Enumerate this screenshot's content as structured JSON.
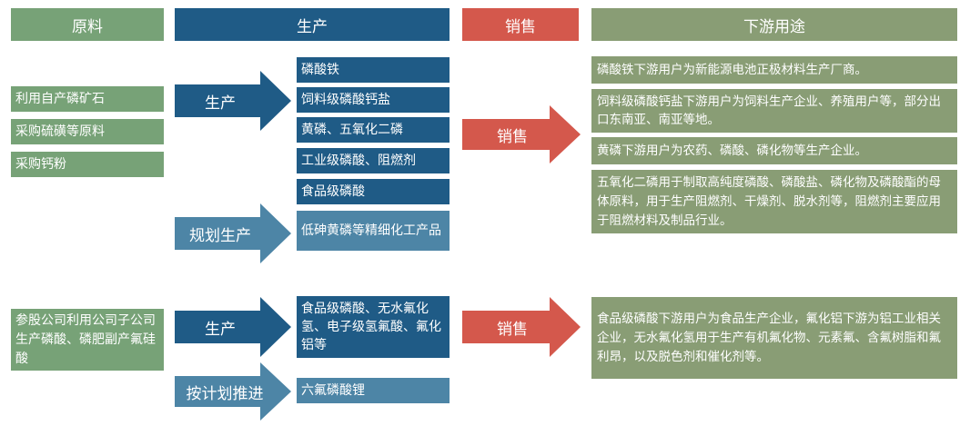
{
  "headers": {
    "raw": "原料",
    "production": "生产",
    "sales": "销售",
    "downstream": "下游用途"
  },
  "raw_materials": {
    "items": [
      "利用自产磷矿石",
      "采购硫磺等原料",
      "采购钙粉"
    ],
    "affiliate": "参股公司利用公司子公司生产磷酸、磷肥副产氟硅酸"
  },
  "arrows": {
    "produce_1": "生产",
    "planned": "规划生产",
    "sales_1": "销售",
    "produce_2": "生产",
    "push": "按计划推进",
    "sales_2": "销售"
  },
  "products": {
    "group1": [
      "磷酸铁",
      "饲料级磷酸钙盐",
      "黄磷、五氧化二磷",
      "工业级磷酸、阻燃剂",
      "食品级磷酸"
    ],
    "planned": "低砷黄磷等精细化工产品",
    "group2": "食品级磷酸、无水氟化氢、电子级氢氟酸、氟化铝等",
    "planned2": "六氟磷酸锂"
  },
  "uses": [
    "磷酸铁下游用户为新能源电池正极材料生产厂商。",
    "饲料级磷酸钙盐下游用户为饲料生产企业、养殖用户等，部分出口东南亚、南亚等地。",
    "黄磷下游用户为农药、磷酸、磷化物等生产企业。",
    "五氧化二磷用于制取高纯度磷酸、磷酸盐、磷化物及磷酸酯的母体原料，用于生产阻燃剂、干燥剂、脱水剂等，阻燃剂主要应用于阻燃材料及制品行业。",
    "食品级磷酸下游用户为食品生产企业，氟化铝下游为铝工业相关企业，无水氟化氢用于生产有机氟化物、元素氟、含氟树脂和氟利昂，以及脱色剂和催化剂等。"
  ],
  "colors": {
    "green": "#77a277",
    "navy": "#1f5b86",
    "steel": "#4d85a6",
    "red": "#d4584c",
    "olive": "#899d75"
  }
}
